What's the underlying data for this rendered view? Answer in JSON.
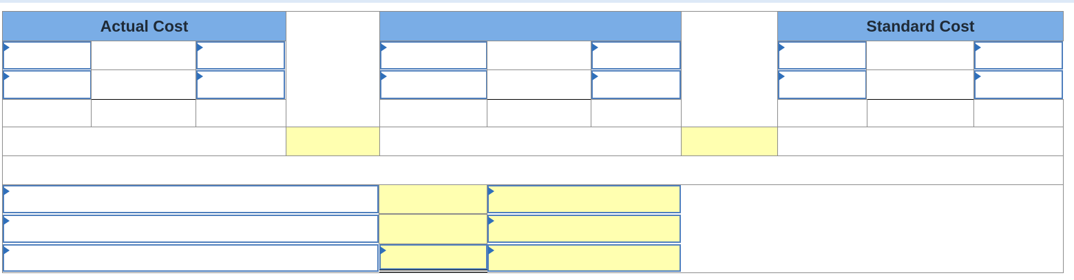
{
  "headers": {
    "actual_cost": "Actual Cost",
    "middle": "",
    "standard_cost": "Standard Cost"
  },
  "colors": {
    "header_bg": "#7aade6",
    "highlight_yellow": "#ffffb0",
    "input_border": "#4f7fbd",
    "dropdown_marker": "#2f6fba"
  },
  "icons": {
    "dropdown_marker": "triangle-right"
  },
  "inputs": {
    "ac_r1_c1": "",
    "ac_r1_c3": "",
    "ac_r2_c1": "",
    "ac_r2_c3": "",
    "mid_r1_c1": "",
    "mid_r1_c3": "",
    "mid_r2_c1": "",
    "mid_r2_c3": "",
    "sc_r1_c1": "",
    "sc_r1_c3": "",
    "sc_r2_c1": "",
    "sc_r2_c3": "",
    "var_r1_label": "",
    "var_r1_type": "",
    "var_r2_label": "",
    "var_r2_type": "",
    "var_r3_label": "",
    "var_r3_amount": "",
    "var_r3_type": ""
  }
}
